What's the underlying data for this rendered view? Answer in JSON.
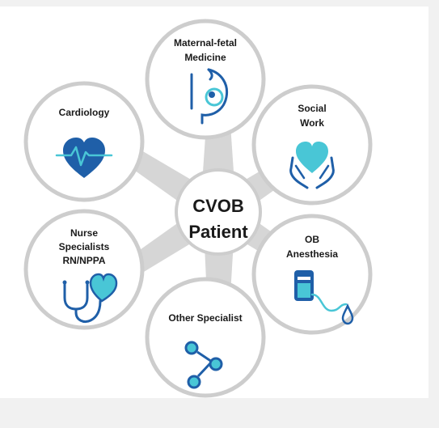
{
  "center": {
    "line1": "CVOB",
    "line2": "Patient"
  },
  "specialties": [
    {
      "id": "maternal-fetal-medicine",
      "lines": [
        "Maternal-fetal",
        "Medicine"
      ],
      "icon": "pregnancy-icon"
    },
    {
      "id": "social-work",
      "lines": [
        "Social",
        "Work"
      ],
      "icon": "caring-hands-heart-icon"
    },
    {
      "id": "ob-anesthesia",
      "lines": [
        "OB",
        "Anesthesia"
      ],
      "icon": "iv-drip-icon"
    },
    {
      "id": "other-specialist",
      "lines": [
        "Other Specialist"
      ],
      "icon": "molecule-network-icon"
    },
    {
      "id": "nurse-specialists",
      "lines": [
        "Nurse",
        "Specialists",
        "RN/NPPA"
      ],
      "icon": "stethoscope-heart-icon"
    },
    {
      "id": "cardiology",
      "lines": [
        "Cardiology"
      ],
      "icon": "heart-pulse-icon"
    }
  ],
  "colors": {
    "dark_blue": "#1f5fa8",
    "teal": "#49c6d6",
    "ring": "#cdcdcd",
    "spoke": "#d6d6d6"
  }
}
